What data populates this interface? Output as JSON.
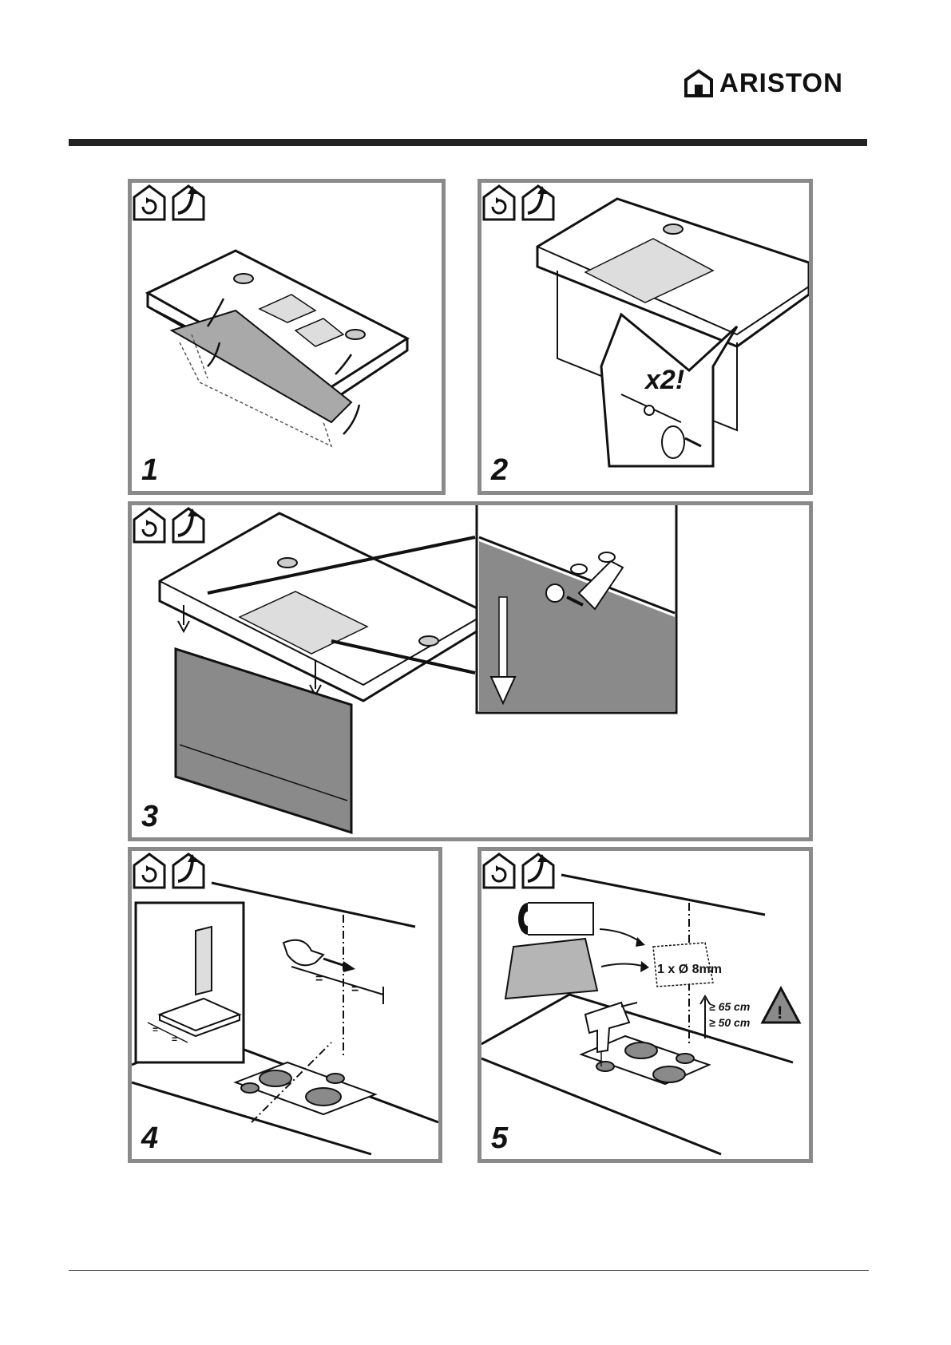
{
  "brand": {
    "name": "ARISTON"
  },
  "steps": [
    {
      "number": "1"
    },
    {
      "number": "2",
      "callout": "x2!"
    },
    {
      "number": "3"
    },
    {
      "number": "4"
    },
    {
      "number": "5",
      "hole_spec": "1 x Ø 8mm",
      "height_min_gas": "≥ 65 cm",
      "height_min_electric": "≥ 50 cm",
      "warning_symbol": "!"
    }
  ],
  "icons": {
    "recirculation": "recirculation-icon",
    "ducted": "ducted-exhaust-icon",
    "warning": "warning-triangle-icon"
  },
  "colors": {
    "frame": "#8a8a8a",
    "bar": "#222222",
    "panel_grey": "#8a8a8a"
  }
}
